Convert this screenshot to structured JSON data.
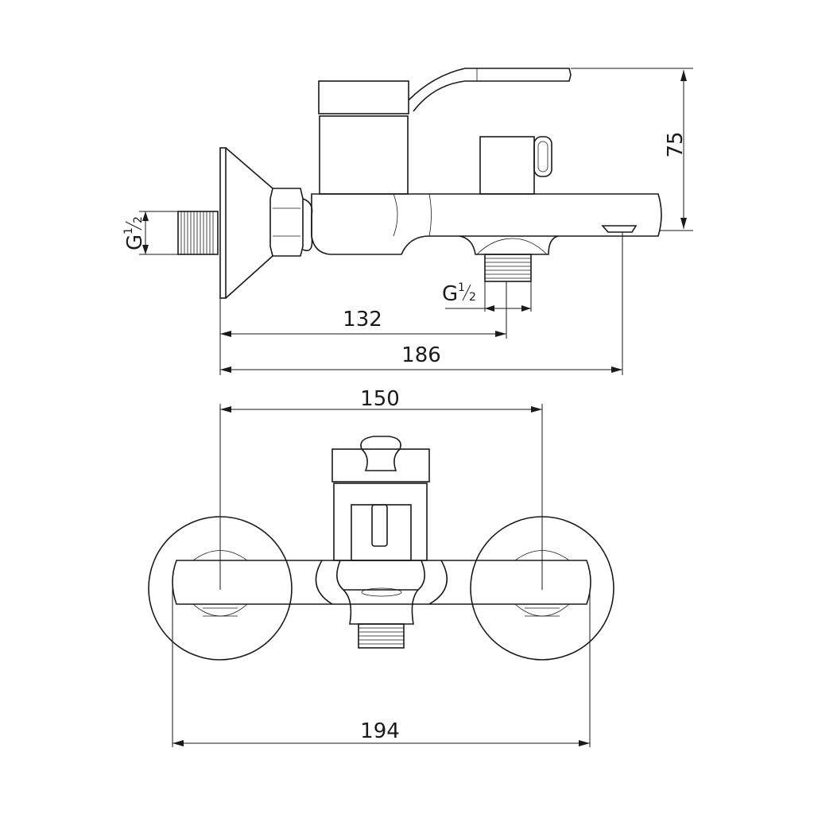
{
  "side_view": {
    "height_dim": "75",
    "inlet_thread_label": {
      "prefix": "G",
      "num": "1",
      "den": "2"
    },
    "outlet_thread_label": {
      "prefix": "G",
      "num": "1",
      "den": "2"
    },
    "outlet_distance_dim": "132",
    "overall_depth_dim": "186"
  },
  "front_view": {
    "centers_dim": "150",
    "overall_width_dim": "194"
  }
}
